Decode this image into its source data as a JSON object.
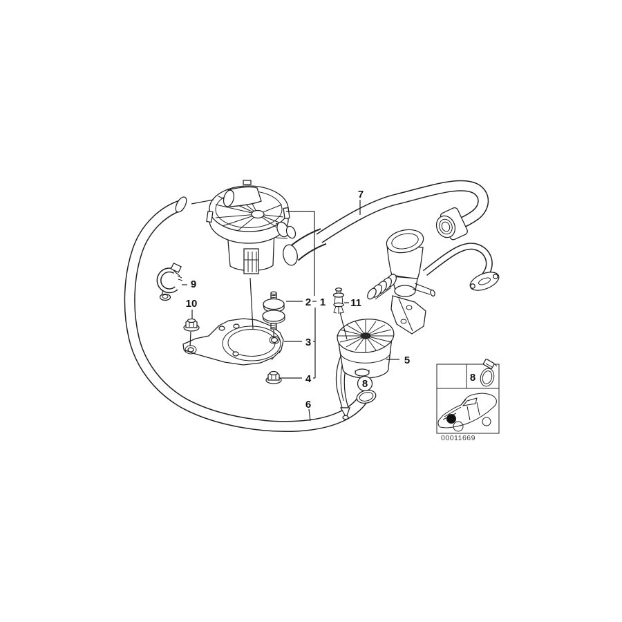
{
  "diagram": {
    "title_hint": "secondary-air-pump-parts-diagram",
    "colors": {
      "line": "#1f1f1f",
      "background": "#ffffff",
      "marker_fill": "#111111"
    },
    "callouts": {
      "c1": "1",
      "c2": "2",
      "c3": "3",
      "c4": "4",
      "c5": "5",
      "c6": "6",
      "c7": "7",
      "c8": "8",
      "c9": "9",
      "c10": "10",
      "c11": "11"
    },
    "clamp_legend": {
      "ref": "8",
      "icon": "hose-clamp-icon"
    },
    "car_thumbnail": {
      "icon": "car-thumbnail-icon",
      "marker": "front-hood-dot"
    },
    "image_id": "00011669"
  }
}
